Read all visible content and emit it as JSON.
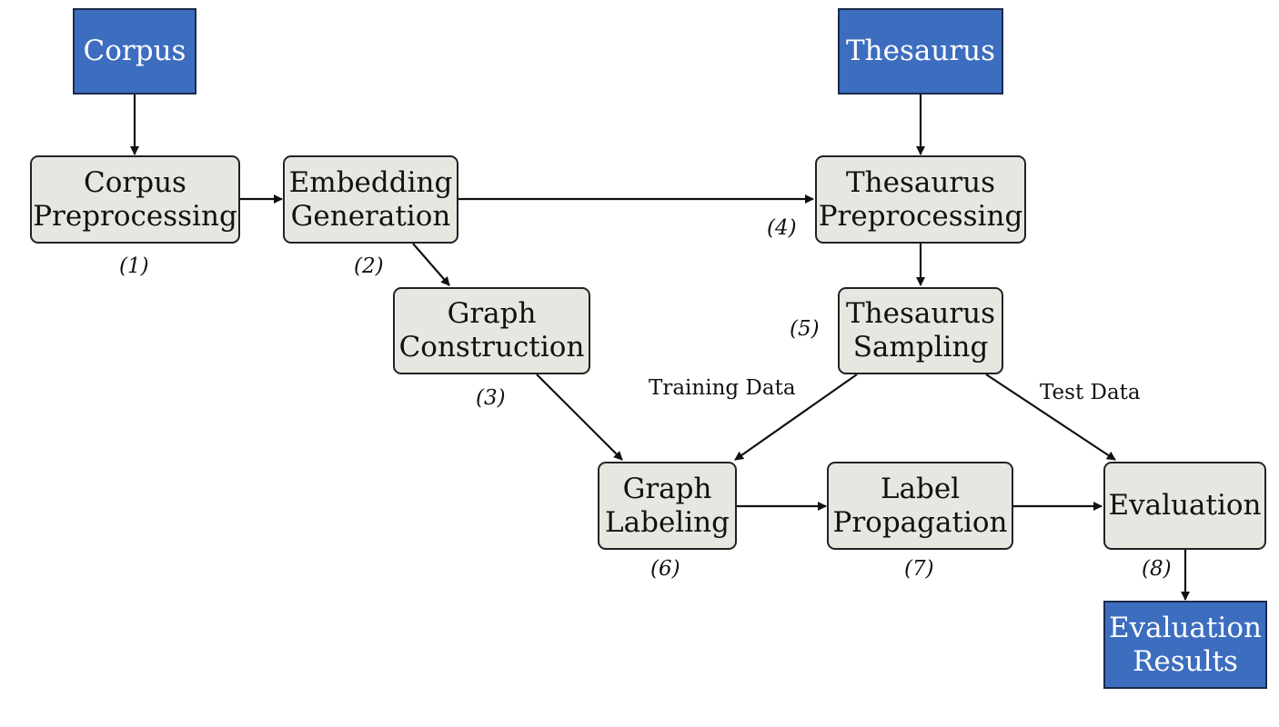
{
  "nodes": {
    "corpus": "Corpus",
    "thesaurus": "Thesaurus",
    "corpus_preprocessing": [
      "Corpus",
      "Preprocessing"
    ],
    "embedding_generation": [
      "Embedding",
      "Generation"
    ],
    "thesaurus_preprocessing": [
      "Thesaurus",
      "Preprocessing"
    ],
    "graph_construction": [
      "Graph",
      "Construction"
    ],
    "thesaurus_sampling": [
      "Thesaurus",
      "Sampling"
    ],
    "graph_labeling": [
      "Graph",
      "Labeling"
    ],
    "label_propagation": [
      "Label",
      "Propagation"
    ],
    "evaluation": "Evaluation",
    "evaluation_results": [
      "Evaluation",
      "Results"
    ]
  },
  "steps": [
    "(1)",
    "(2)",
    "(3)",
    "(4)",
    "(5)",
    "(6)",
    "(7)",
    "(8)"
  ],
  "edge_labels": {
    "training_data": "Training Data",
    "test_data": "Test Data"
  },
  "colors": {
    "source_fill": "#3d6dbf",
    "process_fill": "#e8e6e1",
    "edge": "#111111"
  }
}
